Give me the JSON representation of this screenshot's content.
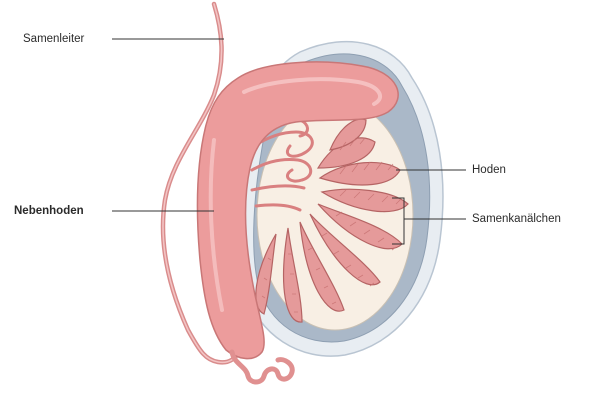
{
  "labels": {
    "samenleiter": "Samenleiter",
    "nebenhoden": "Nebenhoden",
    "hoden": "Hoden",
    "samenkanaelchen": "Samenkanälchen"
  },
  "colors": {
    "tunica_outer": "#e8edf2",
    "tunica_mid": "#aab8c8",
    "testis_fill": "#f8efe4",
    "tubule_fill": "#e59a9a",
    "tubule_stroke": "#b56464",
    "epididymis_fill": "#ec9c9c",
    "epididymis_stroke": "#c97777",
    "duct": "#e8a3a3",
    "leader_line": "#333333"
  }
}
